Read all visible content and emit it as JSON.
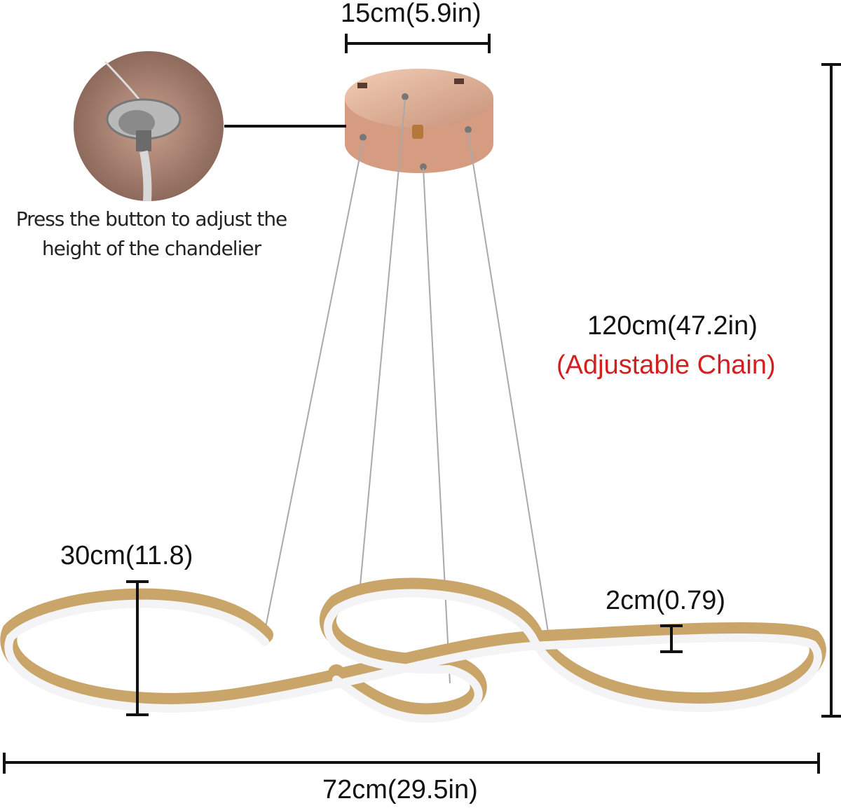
{
  "dimensions": {
    "canopy_width": "15cm(5.9in)",
    "chain_height": "120cm(47.2in)",
    "chain_note": "(Adjustable Chain)",
    "fixture_height": "30cm(11.8)",
    "band_thickness": "2cm(0.79)",
    "total_width": "72cm(29.5in)"
  },
  "callout": {
    "line1": "Press the button to adjust the",
    "line2": "height of the chandelier"
  },
  "colors": {
    "gold": "#c9a56a",
    "rose_gold": "#e2b59a",
    "accent_red": "#d21f1f",
    "dimension_line": "#111111"
  }
}
